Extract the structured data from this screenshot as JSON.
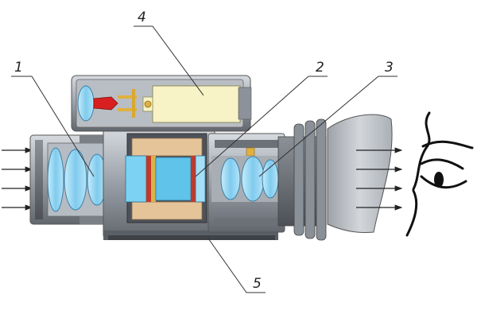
{
  "callouts": [
    {
      "id": "1",
      "label": "1"
    },
    {
      "id": "2",
      "label": "2"
    },
    {
      "id": "3",
      "label": "3"
    },
    {
      "id": "4",
      "label": "4"
    },
    {
      "id": "5",
      "label": "5"
    }
  ],
  "colors": {
    "housing": "#9aa0a8",
    "housing_dark": "#6e747c",
    "lens_glass": "#8fd3f0",
    "lens_glass_light": "#c8ecfa",
    "battery": "#f7f3c6",
    "tube_core": "#5fc3ea",
    "tube_insulation": "#e6c49a",
    "red_led": "#d92020",
    "gold_contact": "#e0b040",
    "eyecup": "#bfc3c8",
    "arrows": "#222222",
    "leader_lines": "#333333"
  },
  "icons": {
    "input_arrows": "right-arrow-icon",
    "output_arrows": "right-arrow-icon",
    "eye": "eye-sketch-icon"
  }
}
